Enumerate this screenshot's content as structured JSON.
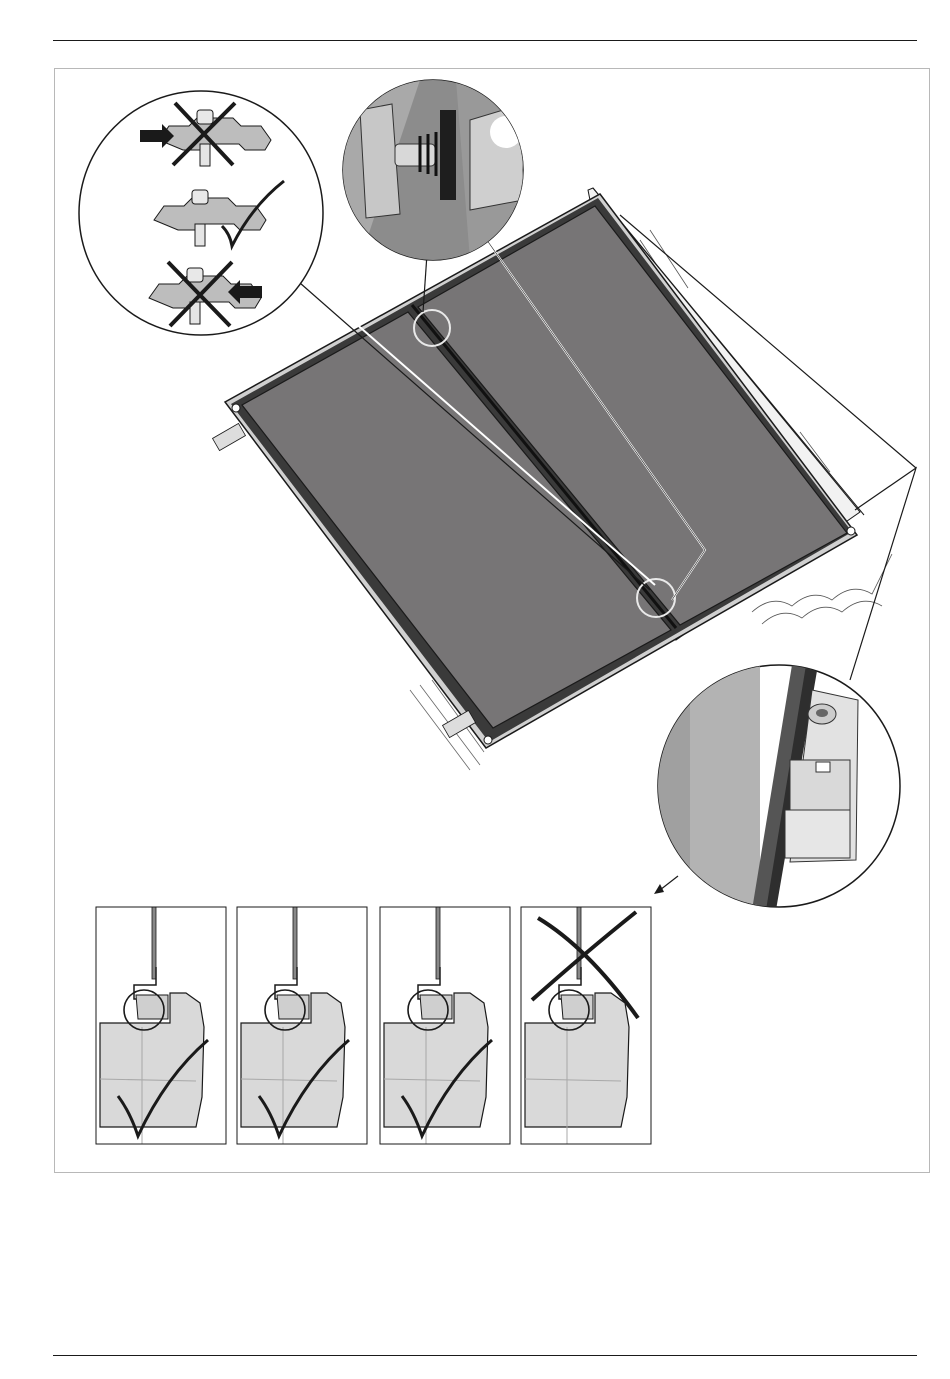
{
  "document": {
    "type": "installation-manual-page",
    "figure": {
      "description_items": [
        {
          "id": "clamp-incorrect-left",
          "status": "incorrect"
        },
        {
          "id": "clamp-correct",
          "status": "correct"
        },
        {
          "id": "clamp-incorrect-right",
          "status": "incorrect"
        }
      ],
      "section_details": [
        {
          "id": "section-1",
          "status": "correct"
        },
        {
          "id": "section-2",
          "status": "correct"
        },
        {
          "id": "section-3",
          "status": "correct"
        },
        {
          "id": "section-4",
          "status": "incorrect"
        }
      ]
    },
    "colors": {
      "panel_glass": "#777576",
      "panel_frame": "#2b2b2b",
      "line_art": "#1a1a1a",
      "light_fill": "#d9d9d9",
      "frame_border": "#b8b8b8"
    }
  }
}
